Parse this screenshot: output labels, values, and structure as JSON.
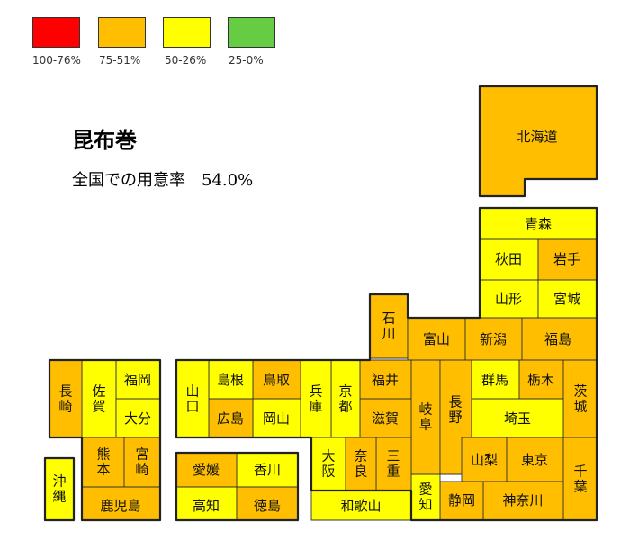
{
  "colors": {
    "100-76%": "#ff0000",
    "75-51%": "#ffbf00",
    "50-26%": "#ffff00",
    "25-0%": "#66cc44"
  },
  "legend": [
    {
      "label": "100-76%",
      "color": "#ff0000"
    },
    {
      "label": "75-51%",
      "color": "#ffbf00"
    },
    {
      "label": "50-26%",
      "color": "#ffff00"
    },
    {
      "label": "25-0%",
      "color": "#66cc44"
    }
  ],
  "title": "昆布巻",
  "subtitle": "全国での用意率　54.0%",
  "prefectures": [
    {
      "name": "北海道",
      "band": "75-51%"
    },
    {
      "name": "青森",
      "band": "50-26%"
    },
    {
      "name": "秋田",
      "band": "50-26%"
    },
    {
      "name": "岩手",
      "band": "75-51%"
    },
    {
      "name": "山形",
      "band": "50-26%"
    },
    {
      "name": "宮城",
      "band": "50-26%"
    },
    {
      "name": "石川",
      "band": "75-51%"
    },
    {
      "name": "富山",
      "band": "75-51%"
    },
    {
      "name": "新潟",
      "band": "75-51%"
    },
    {
      "name": "福島",
      "band": "75-51%"
    },
    {
      "name": "福井",
      "band": "75-51%"
    },
    {
      "name": "岐阜",
      "band": "75-51%"
    },
    {
      "name": "長野",
      "band": "75-51%"
    },
    {
      "name": "群馬",
      "band": "50-26%"
    },
    {
      "name": "栃木",
      "band": "75-51%"
    },
    {
      "name": "茨城",
      "band": "75-51%"
    },
    {
      "name": "埼玉",
      "band": "50-26%"
    },
    {
      "name": "山梨",
      "band": "75-51%"
    },
    {
      "name": "東京",
      "band": "75-51%"
    },
    {
      "name": "千葉",
      "band": "75-51%"
    },
    {
      "name": "神奈川",
      "band": "75-51%"
    },
    {
      "name": "静岡",
      "band": "75-51%"
    },
    {
      "name": "愛知",
      "band": "50-26%"
    },
    {
      "name": "滋賀",
      "band": "75-51%"
    },
    {
      "name": "京都",
      "band": "50-26%"
    },
    {
      "name": "三重",
      "band": "75-51%"
    },
    {
      "name": "奈良",
      "band": "75-51%"
    },
    {
      "name": "和歌山",
      "band": "50-26%"
    },
    {
      "name": "大阪",
      "band": "50-26%"
    },
    {
      "name": "兵庫",
      "band": "50-26%"
    },
    {
      "name": "鳥取",
      "band": "75-51%"
    },
    {
      "name": "島根",
      "band": "50-26%"
    },
    {
      "name": "岡山",
      "band": "50-26%"
    },
    {
      "name": "広島",
      "band": "75-51%"
    },
    {
      "name": "山口",
      "band": "50-26%"
    },
    {
      "name": "香川",
      "band": "50-26%"
    },
    {
      "name": "愛媛",
      "band": "75-51%"
    },
    {
      "name": "高知",
      "band": "50-26%"
    },
    {
      "name": "徳島",
      "band": "75-51%"
    },
    {
      "name": "福岡",
      "band": "50-26%"
    },
    {
      "name": "佐賀",
      "band": "50-26%"
    },
    {
      "name": "長崎",
      "band": "75-51%"
    },
    {
      "name": "大分",
      "band": "50-26%"
    },
    {
      "name": "熊本",
      "band": "75-51%"
    },
    {
      "name": "宮崎",
      "band": "75-51%"
    },
    {
      "name": "鹿児島",
      "band": "75-51%"
    },
    {
      "name": "沖縄",
      "band": "50-26%"
    }
  ]
}
